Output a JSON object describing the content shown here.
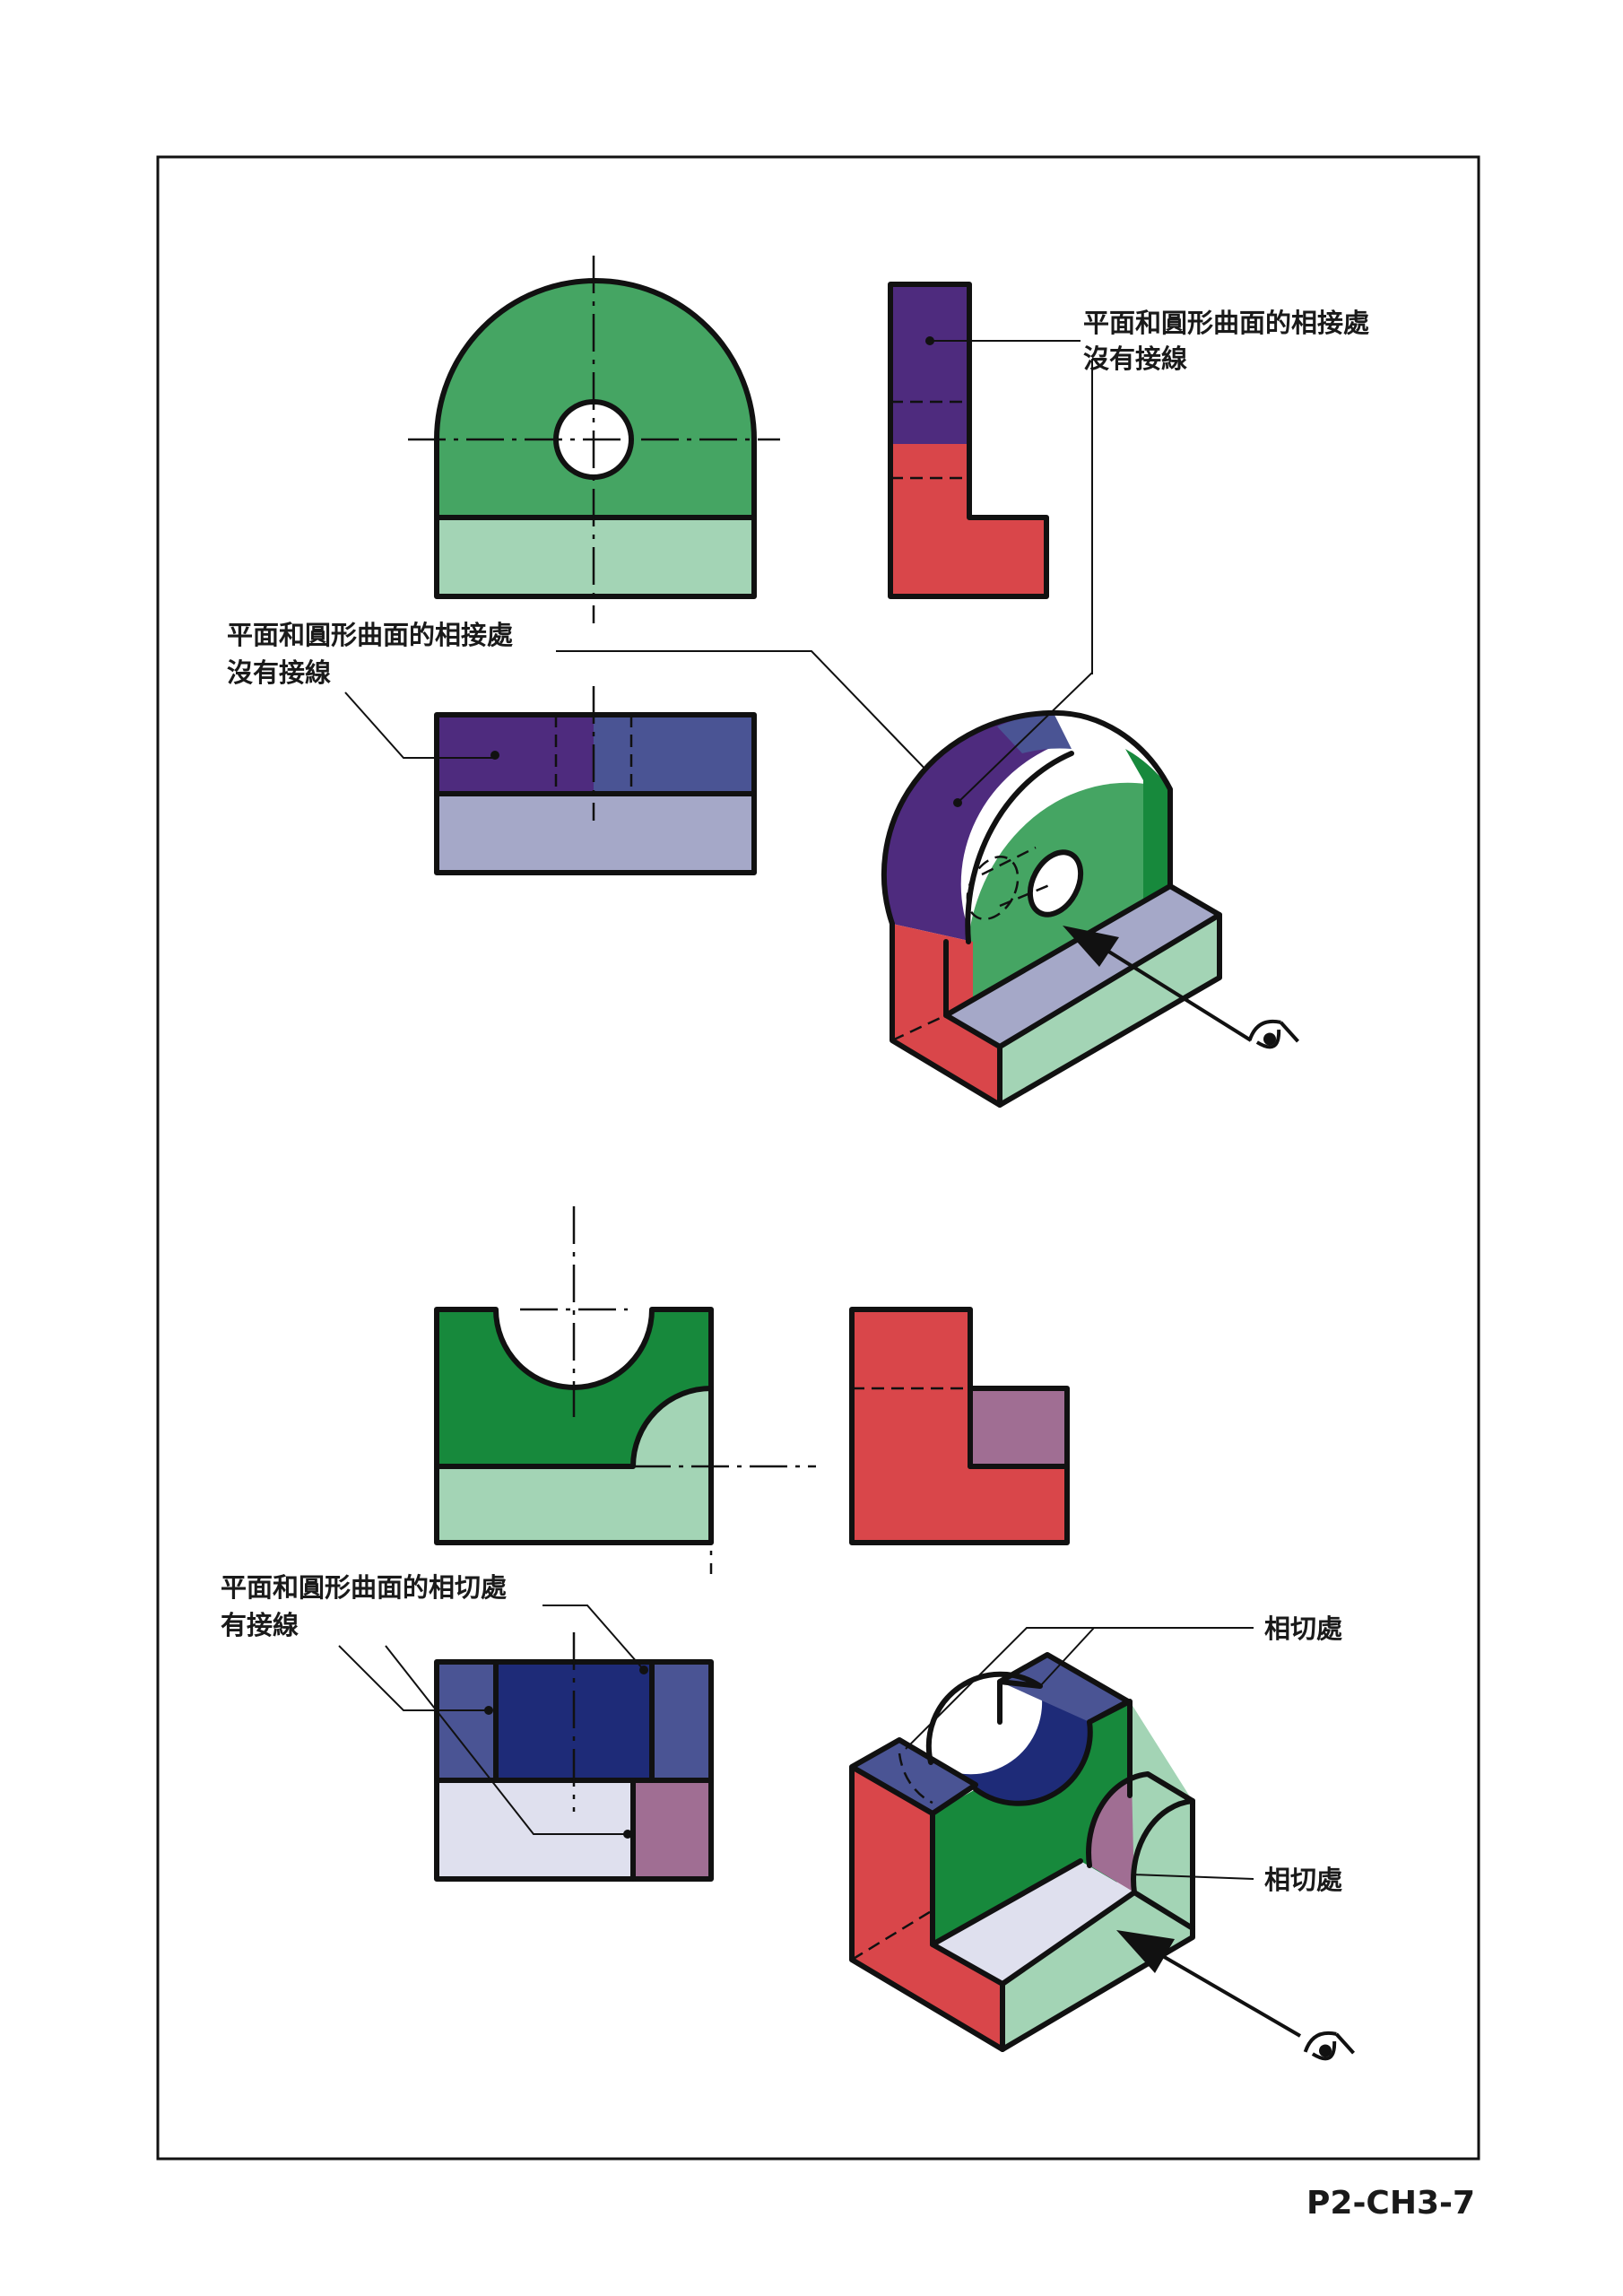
{
  "figure_labels": {
    "top_right_note": [
      "平面和圓形曲面的相接處",
      "沒有接線"
    ],
    "top_left_note": [
      "平面和圓形曲面的相接處",
      "沒有接線"
    ],
    "bottom_left_note": [
      "平面和圓形曲面的相切處",
      "有接線"
    ],
    "tangent_label_upper": "相切處",
    "tangent_label_lower": "相切處"
  },
  "page_number": "P2-CH3-7",
  "icons": [
    "eye-icon",
    "eye-icon"
  ],
  "colors": {
    "green": "#45a563",
    "light_green": "#a3d4b5",
    "dark_green": "#17893c",
    "purple": "#4e2b7e",
    "blue": "#4a5494",
    "navy": "#1e2b78",
    "lavender": "#a5a8c8",
    "pale_lavender": "#dfe0ee",
    "red": "#d9464a",
    "mauve": "#a06e93",
    "outline": "#111111"
  }
}
